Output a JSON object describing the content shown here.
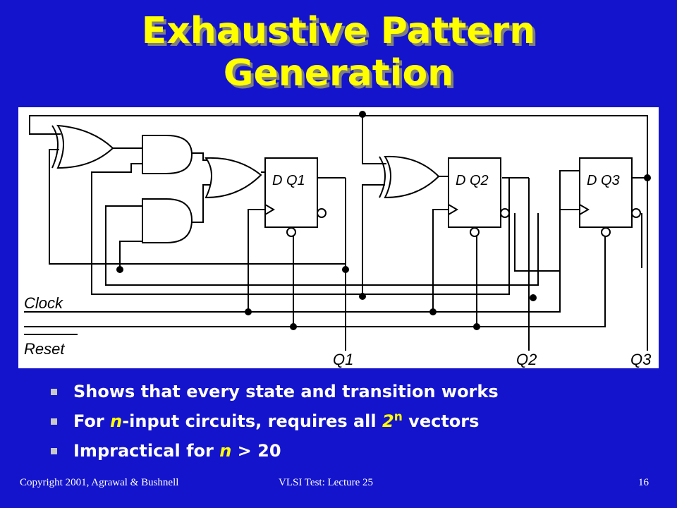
{
  "slide": {
    "title_line1": "Exhaustive Pattern",
    "title_line2": "Generation"
  },
  "diagram": {
    "ff1_label": "D Q1",
    "ff2_label": "D Q2",
    "ff3_label": "D Q3",
    "clock_label": "Clock",
    "reset_label": "Reset",
    "out_q1": "Q1",
    "out_q2": "Q2",
    "out_q3": "Q3"
  },
  "bullets": [
    {
      "text": "Shows that every state and transition works"
    },
    {
      "pre": "For ",
      "var": "n",
      "post": "-input circuits, requires all ",
      "base": "2",
      "exp": "n",
      "tail": " vectors"
    },
    {
      "pre": "Impractical for ",
      "var": "n",
      "post": " > 20"
    }
  ],
  "footer": {
    "copyright": "Copyright 2001, Agrawal & Bushnell",
    "course": "VLSI Test: Lecture 25",
    "page": "16"
  }
}
